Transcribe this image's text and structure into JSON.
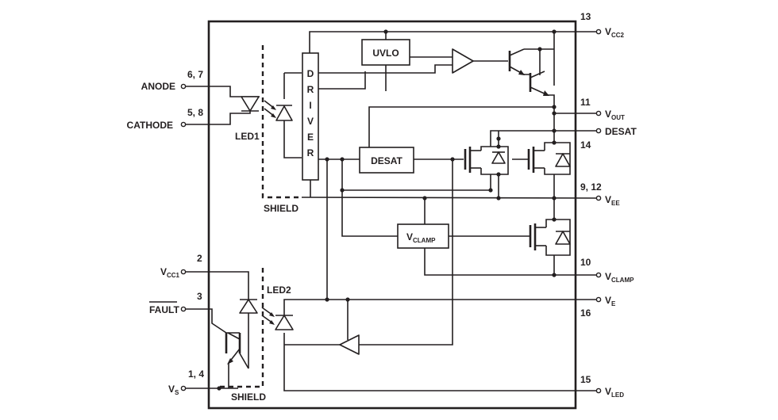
{
  "pins": {
    "anode": {
      "name": "ANODE",
      "num": "6, 7"
    },
    "cathode": {
      "name": "CATHODE",
      "num": "5, 8"
    },
    "vcc1": {
      "name": "V",
      "sub": "CC1",
      "num": "2"
    },
    "fault": {
      "name": "FAULT",
      "num": "3"
    },
    "vs": {
      "name": "V",
      "sub": "S",
      "num": "1, 4"
    },
    "vcc2": {
      "name": "V",
      "sub": "CC2",
      "num": "13"
    },
    "vout": {
      "name": "V",
      "sub": "OUT",
      "num": "11"
    },
    "desat": {
      "name": "DESAT",
      "num": "14"
    },
    "vee": {
      "name": "V",
      "sub": "EE",
      "num": "9, 12"
    },
    "vclamp": {
      "name": "V",
      "sub": "CLAMP",
      "num": "10"
    },
    "ve": {
      "name": "V",
      "sub": "E",
      "num": "16"
    },
    "vled": {
      "name": "V",
      "sub": "LED",
      "num": "15"
    }
  },
  "blocks": {
    "uvlo": "UVLO",
    "desat": "DESAT",
    "vclamp_main": "V",
    "vclamp_sub": "CLAMP",
    "driver_letters": [
      "D",
      "R",
      "I",
      "V",
      "E",
      "R"
    ]
  },
  "labels": {
    "led1": "LED1",
    "led2": "LED2",
    "shield_top": "SHIELD",
    "shield_bottom": "SHIELD"
  }
}
